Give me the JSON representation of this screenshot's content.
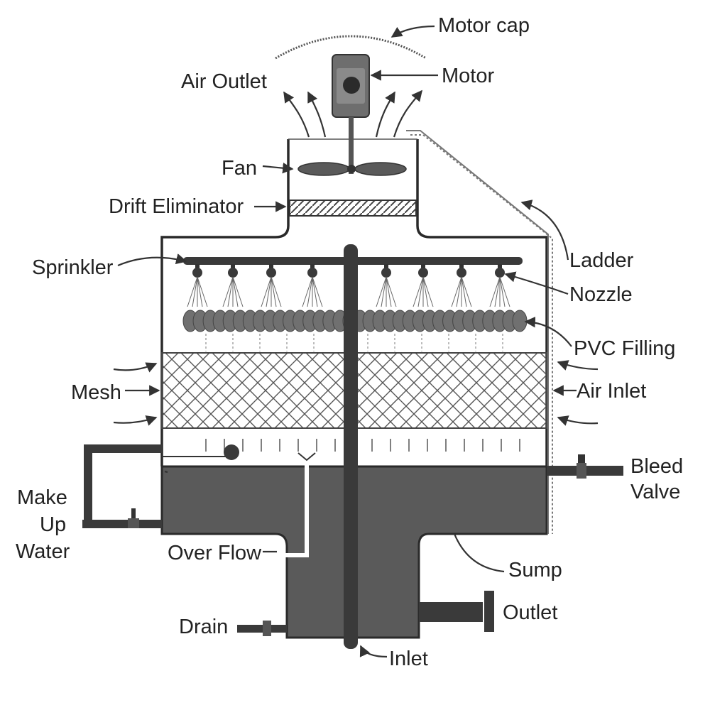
{
  "labels": {
    "motor_cap": "Motor cap",
    "motor": "Motor",
    "air_outlet": "Air Outlet",
    "fan": "Fan",
    "drift_eliminator": "Drift Eliminator",
    "sprinkler": "Sprinkler",
    "ladder": "Ladder",
    "nozzle": "Nozzle",
    "pvc_filling": "PVC Filling",
    "mesh": "Mesh",
    "air_inlet": "Air Inlet",
    "bleed_valve_line1": "Bleed",
    "bleed_valve_line2": "Valve",
    "make_up_water_line1": "Make",
    "make_up_water_line2": "Up",
    "make_up_water_line3": "Water",
    "over_flow": "Over Flow",
    "sump": "Sump",
    "outlet": "Outlet",
    "drain": "Drain",
    "inlet": "Inlet"
  },
  "colors": {
    "water_fill": "#5a5a5a",
    "dark_pipe": "#3a3a3a",
    "line": "#333333",
    "motor_body": "#6e6e6e",
    "pvc_filling": "#707070",
    "background": "#ffffff"
  },
  "counts": {
    "nozzles": 8,
    "pvc_discs": 34
  }
}
